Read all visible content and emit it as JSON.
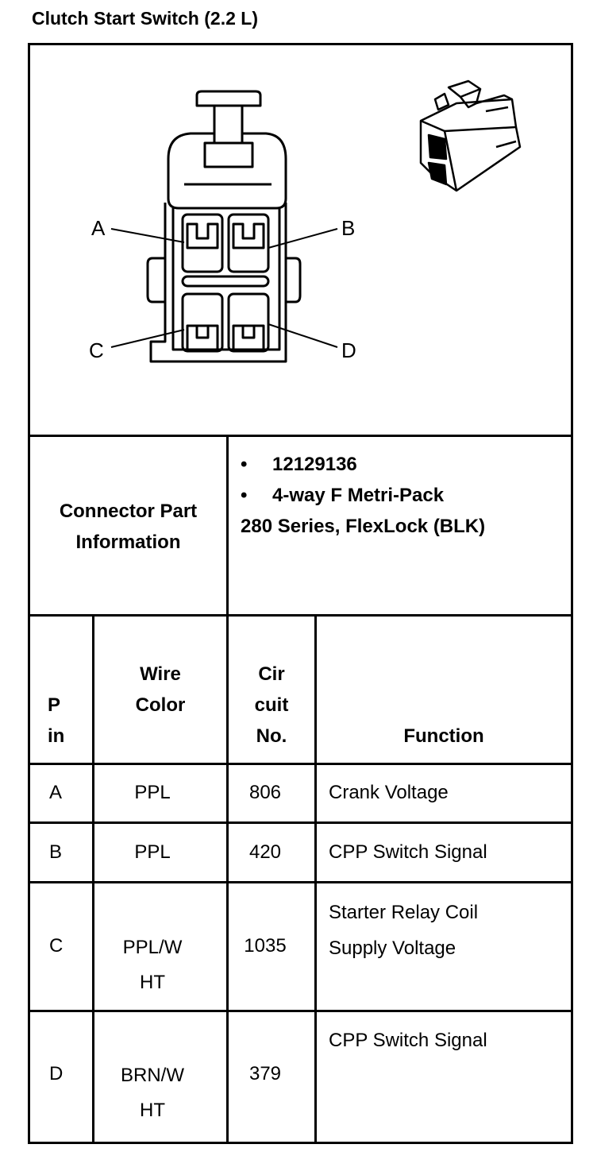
{
  "title": "Clutch Start Switch (2.2 L)",
  "diagram": {
    "pin_labels": [
      "A",
      "B",
      "C",
      "D"
    ]
  },
  "connector_info": {
    "label_line1": "Connector Part",
    "label_line2": "Information",
    "part_number": "12129136",
    "description_line1": "4-way F Metri-Pack",
    "description_line2": "280 Series, FlexLock (BLK)"
  },
  "table": {
    "headers": {
      "pin": [
        "P",
        "in"
      ],
      "wire_color": [
        "Wire",
        "Color"
      ],
      "circuit": [
        "Cir",
        "cuit",
        "No."
      ],
      "function": "Function"
    },
    "rows": [
      {
        "pin": "A",
        "wire": [
          "PPL"
        ],
        "circuit": "806",
        "function": [
          "Crank Voltage"
        ]
      },
      {
        "pin": "B",
        "wire": [
          "PPL"
        ],
        "circuit": "420",
        "function": [
          "CPP Switch Signal"
        ]
      },
      {
        "pin": "C",
        "wire": [
          "PPL/W",
          "HT"
        ],
        "circuit": "1035",
        "function": [
          "Starter Relay Coil",
          "Supply Voltage"
        ]
      },
      {
        "pin": "D",
        "wire": [
          "BRN/W",
          "HT"
        ],
        "circuit": "379",
        "function": [
          "CPP Switch Signal"
        ]
      }
    ]
  }
}
